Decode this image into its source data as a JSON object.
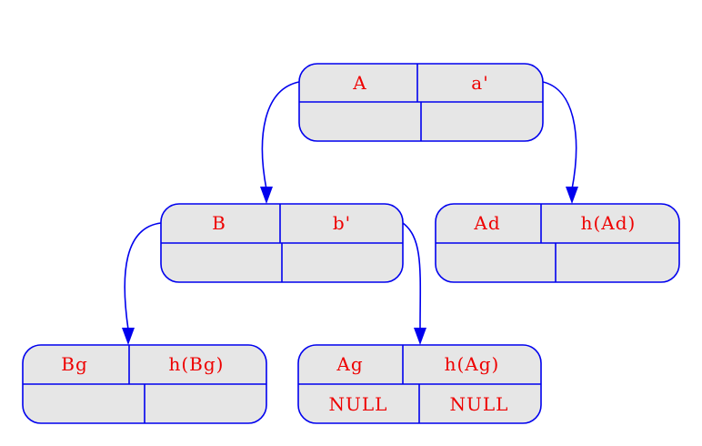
{
  "colors": {
    "stroke": "#0000ee",
    "fill": "#e6e6e6",
    "text": "#ee0000",
    "background": "#ffffff"
  },
  "nodes": {
    "A": {
      "key": "A",
      "value": "a'",
      "left_child": "",
      "right_child": ""
    },
    "B": {
      "key": "B",
      "value": "b'",
      "left_child": "",
      "right_child": ""
    },
    "Ad": {
      "key": "Ad",
      "value": "h(Ad)",
      "left_child": "",
      "right_child": ""
    },
    "Bg": {
      "key": "Bg",
      "value": "h(Bg)",
      "left_child": "",
      "right_child": ""
    },
    "Ag": {
      "key": "Ag",
      "value": "h(Ag)",
      "left_child": "NULL",
      "right_child": "NULL"
    }
  },
  "edges": [
    {
      "from": "A",
      "to": "B"
    },
    {
      "from": "A",
      "to": "Ad"
    },
    {
      "from": "B",
      "to": "Bg"
    },
    {
      "from": "B",
      "to": "Ag"
    }
  ]
}
